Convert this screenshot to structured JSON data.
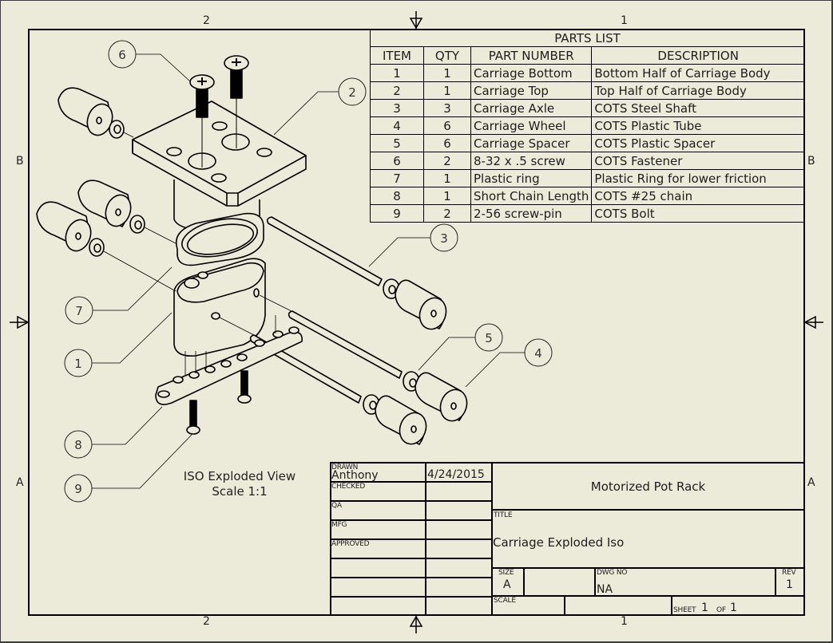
{
  "sheet": {
    "zones": {
      "top": [
        "2",
        "1"
      ],
      "bottom": [
        "2",
        "1"
      ],
      "left": [
        "B",
        "A"
      ],
      "right": [
        "B",
        "A"
      ]
    },
    "background_color": "#ecebd9",
    "line_color": "#000000"
  },
  "parts_list": {
    "title": "PARTS LIST",
    "columns": [
      "ITEM",
      "QTY",
      "PART NUMBER",
      "DESCRIPTION"
    ],
    "rows": [
      {
        "item": "1",
        "qty": "1",
        "part_number": "Carriage Bottom",
        "description": "Bottom Half of Carriage Body"
      },
      {
        "item": "2",
        "qty": "1",
        "part_number": "Carriage Top",
        "description": "Top Half of Carriage Body"
      },
      {
        "item": "3",
        "qty": "3",
        "part_number": "Carriage Axle",
        "description": "COTS Steel Shaft"
      },
      {
        "item": "4",
        "qty": "6",
        "part_number": "Carriage Wheel",
        "description": "COTS Plastic Tube"
      },
      {
        "item": "5",
        "qty": "6",
        "part_number": "Carriage Spacer",
        "description": "COTS Plastic Spacer"
      },
      {
        "item": "6",
        "qty": "2",
        "part_number": "8-32 x .5 screw",
        "description": "COTS Fastener"
      },
      {
        "item": "7",
        "qty": "1",
        "part_number": "Plastic ring",
        "description": "Plastic Ring for lower friction"
      },
      {
        "item": "8",
        "qty": "1",
        "part_number": "Short Chain Length",
        "description": "COTS #25 chain"
      },
      {
        "item": "9",
        "qty": "2",
        "part_number": "2-56 screw-pin",
        "description": "COTS Bolt"
      }
    ]
  },
  "balloons": [
    "6",
    "2",
    "3",
    "7",
    "1",
    "5",
    "4",
    "8",
    "9"
  ],
  "view": {
    "name": "ISO Exploded View",
    "scale": "Scale 1:1"
  },
  "title_block": {
    "drawn_label": "DRAWN",
    "drawn_by": "Anthony",
    "drawn_date": "4/24/2015",
    "checked_label": "CHECKED",
    "qa_label": "QA",
    "mfg_label": "MFG",
    "approved_label": "APPROVED",
    "project": "Motorized Pot Rack",
    "title_label": "TITLE",
    "title": "Carriage Exploded Iso",
    "size_label": "SIZE",
    "size": "A",
    "dwg_no_label": "DWG NO",
    "dwg_no": "NA",
    "rev_label": "REV",
    "rev": "1",
    "scale_label": "SCALE",
    "sheet_label": "SHEET",
    "sheet_num": "1",
    "of_label": "OF",
    "sheet_total": "1"
  }
}
